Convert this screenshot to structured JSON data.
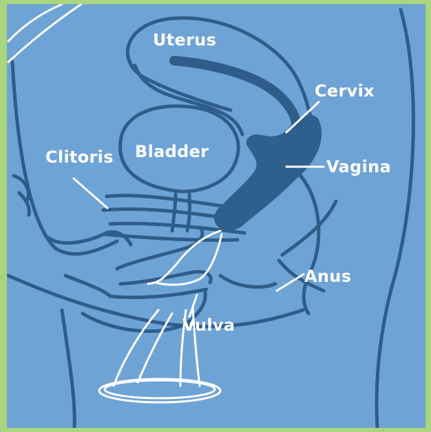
{
  "diagram": {
    "labels": {
      "uterus": "Uterus",
      "cervix": "Cervix",
      "bladder": "Bladder",
      "clitoris": "Clitoris",
      "vagina": "Vagina",
      "anus": "Anus",
      "vulva": "Vulva"
    }
  },
  "colors": {
    "frame": "#a8d57e",
    "panel": "#6ea3d6",
    "outline": "#2f5d8a",
    "vagina_fill": "#2f5f8c",
    "white": "#ffffff"
  }
}
